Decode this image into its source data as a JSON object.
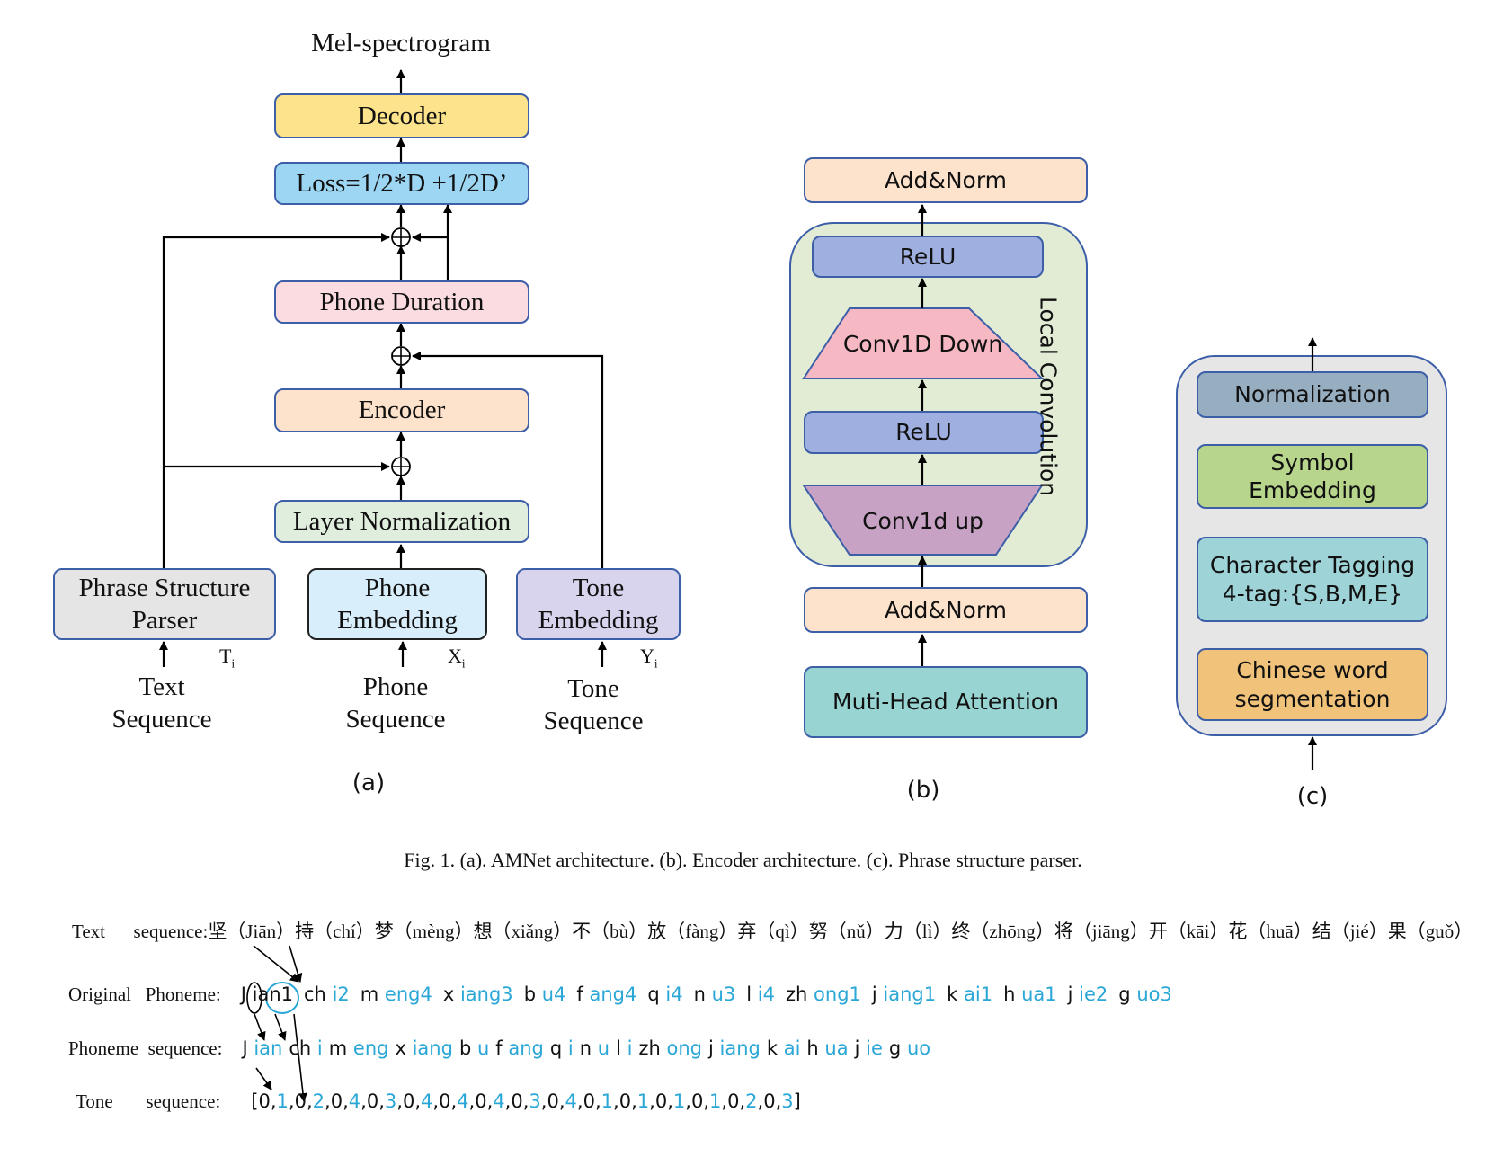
{
  "panel_a": {
    "output": "Mel-spectrogram",
    "decoder": "Decoder",
    "loss": "Loss=1/2*D +1/2D’",
    "phone_duration": "Phone Duration",
    "encoder": "Encoder",
    "layer_norm": "Layer Normalization",
    "phrase_parser": [
      "Phrase Structure",
      "Parser"
    ],
    "phone_embedding": [
      "Phone",
      "Embedding"
    ],
    "tone_embedding": [
      "Tone",
      "Embedding"
    ],
    "var_t": "T",
    "var_x": "X",
    "var_y": "Y",
    "var_sub": "i",
    "text_seq": [
      "Text",
      "Sequence"
    ],
    "phone_seq": [
      "Phone",
      "Sequence"
    ],
    "tone_seq": [
      "Tone",
      "Sequence"
    ],
    "label": "(a)"
  },
  "panel_b": {
    "add_norm_top": "Add&Norm",
    "relu_top": "ReLU",
    "conv_down": "Conv1D Down",
    "relu_bottom": "ReLU",
    "conv_up": "Conv1d up",
    "local_conv": "Local Convolution",
    "add_norm_bottom": "Add&Norm",
    "attention": "Muti-Head Attention",
    "label": "(b)"
  },
  "panel_c": {
    "normalization": "Normalization",
    "symbol_embedding": [
      "Symbol",
      "Embedding"
    ],
    "character_tagging": [
      "Character Tagging",
      "4-tag:{S,B,M,E}"
    ],
    "word_segmentation": [
      "Chinese word",
      "segmentation"
    ],
    "label": "(c)"
  },
  "caption": "Fig. 1.  (a). AMNet architecture. (b). Encoder architecture. (c). Phrase structure parser.",
  "example": {
    "text_label": "Text      sequence:",
    "text_value": "坚（Jiān）持（chí）梦（mèng）想（xiǎng）不（bù）放（fàng）弃（qì）努（nǔ）力（lì）终（zhōng）将（jiāng）开（kāi）花（huā）结（jié）果（guǒ）",
    "original_label": "Original   Phoneme:",
    "original_tokens": [
      {
        "i": "J",
        "f": "ian",
        "t": "1"
      },
      {
        "i": "ch",
        "f": "i2",
        "t": ""
      },
      {
        "i": "m",
        "f": "eng4",
        "t": ""
      },
      {
        "i": "x",
        "f": "iang3",
        "t": ""
      },
      {
        "i": "b",
        "f": "u4",
        "t": ""
      },
      {
        "i": "f",
        "f": "ang4",
        "t": ""
      },
      {
        "i": "q",
        "f": "i4",
        "t": ""
      },
      {
        "i": "n",
        "f": "u3",
        "t": ""
      },
      {
        "i": "l",
        "f": "i4",
        "t": ""
      },
      {
        "i": "zh",
        "f": "ong1",
        "t": ""
      },
      {
        "i": "j",
        "f": "iang1",
        "t": ""
      },
      {
        "i": "k",
        "f": "ai1",
        "t": ""
      },
      {
        "i": "h",
        "f": "ua1",
        "t": ""
      },
      {
        "i": "j",
        "f": "ie2",
        "t": ""
      },
      {
        "i": "g",
        "f": "uo3",
        "t": ""
      }
    ],
    "phoneme_label": "Phoneme  sequence:",
    "phoneme_tokens": [
      {
        "i": "J",
        "f": "ian"
      },
      {
        "i": "ch",
        "f": "i"
      },
      {
        "i": "m",
        "f": "eng"
      },
      {
        "i": "x",
        "f": "iang"
      },
      {
        "i": "b",
        "f": "u"
      },
      {
        "i": "f",
        "f": "ang"
      },
      {
        "i": "q",
        "f": "i"
      },
      {
        "i": "n",
        "f": "u"
      },
      {
        "i": "l",
        "f": "i"
      },
      {
        "i": "zh",
        "f": "ong"
      },
      {
        "i": "j",
        "f": "iang"
      },
      {
        "i": "k",
        "f": "ai"
      },
      {
        "i": "h",
        "f": "ua"
      },
      {
        "i": "j",
        "f": "ie"
      },
      {
        "i": "g",
        "f": "uo"
      }
    ],
    "tone_label": "Tone       sequence:",
    "tone_values": [
      "0",
      "1",
      "0",
      "2",
      "0",
      "4",
      "0",
      "3",
      "0",
      "4",
      "0",
      "4",
      "0",
      "4",
      "0",
      "3",
      "0",
      "4",
      "0",
      "1",
      "0",
      "1",
      "0",
      "1",
      "0",
      "1",
      "0",
      "2",
      "0",
      "3"
    ]
  },
  "colors": {
    "decoder": "#fde38b",
    "loss": "#9dd6f3",
    "phone_duration": "#fbdde1",
    "encoder": "#fde2cc",
    "layer_norm": "#dfeedd",
    "phrase_parser": "#e5e5e5",
    "phone_embedding": "#d9eefb",
    "tone_embedding": "#d9d4ee",
    "add_norm": "#fde2cc",
    "relu": "#9fb0e0",
    "conv_down": "#f6b8c2",
    "conv_up": "#c7a2c4",
    "local_conv_bg": "#e2ecd4",
    "attention": "#98d4d2",
    "parser_bg": "#e6e6e6",
    "normalization": "#97adc0",
    "symbol_embedding": "#b8d58c",
    "character_tagging": "#9ed3d8",
    "word_segmentation": "#f0c27a",
    "highlight": "#2aa7d6",
    "stroke": "#3d5fa8"
  }
}
